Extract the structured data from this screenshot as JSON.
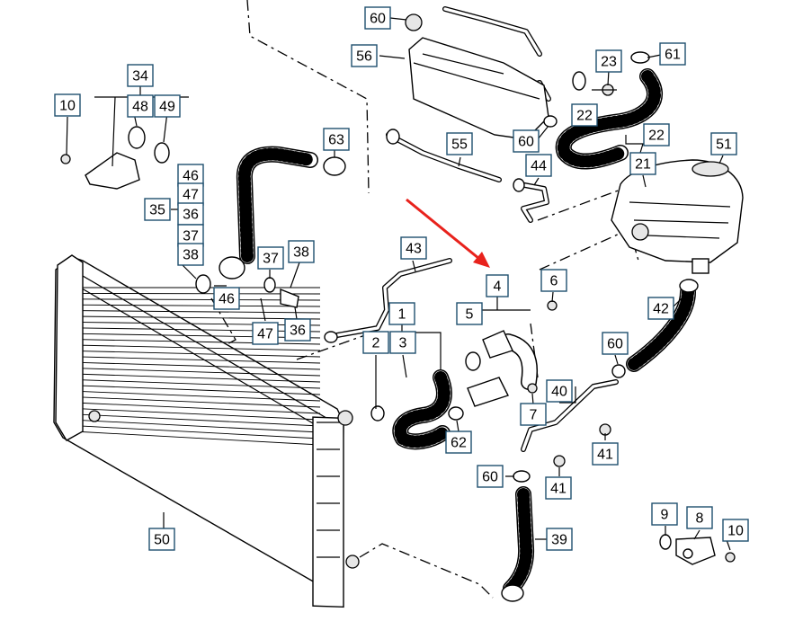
{
  "diagram": {
    "callouts": [
      "60",
      "56",
      "23",
      "61",
      "22",
      "22",
      "55",
      "60",
      "44",
      "21",
      "51",
      "34",
      "48",
      "49",
      "10",
      "63",
      "46",
      "47",
      "35",
      "36",
      "37",
      "38",
      "37",
      "38",
      "46",
      "47",
      "36",
      "43",
      "4",
      "6",
      "5",
      "1",
      "2",
      "3",
      "42",
      "60",
      "40",
      "7",
      "62",
      "41",
      "60",
      "41",
      "50",
      "39",
      "9",
      "8",
      "10"
    ],
    "highlight_color": "#e8221c",
    "label_border_color": "#1f4f6e"
  }
}
